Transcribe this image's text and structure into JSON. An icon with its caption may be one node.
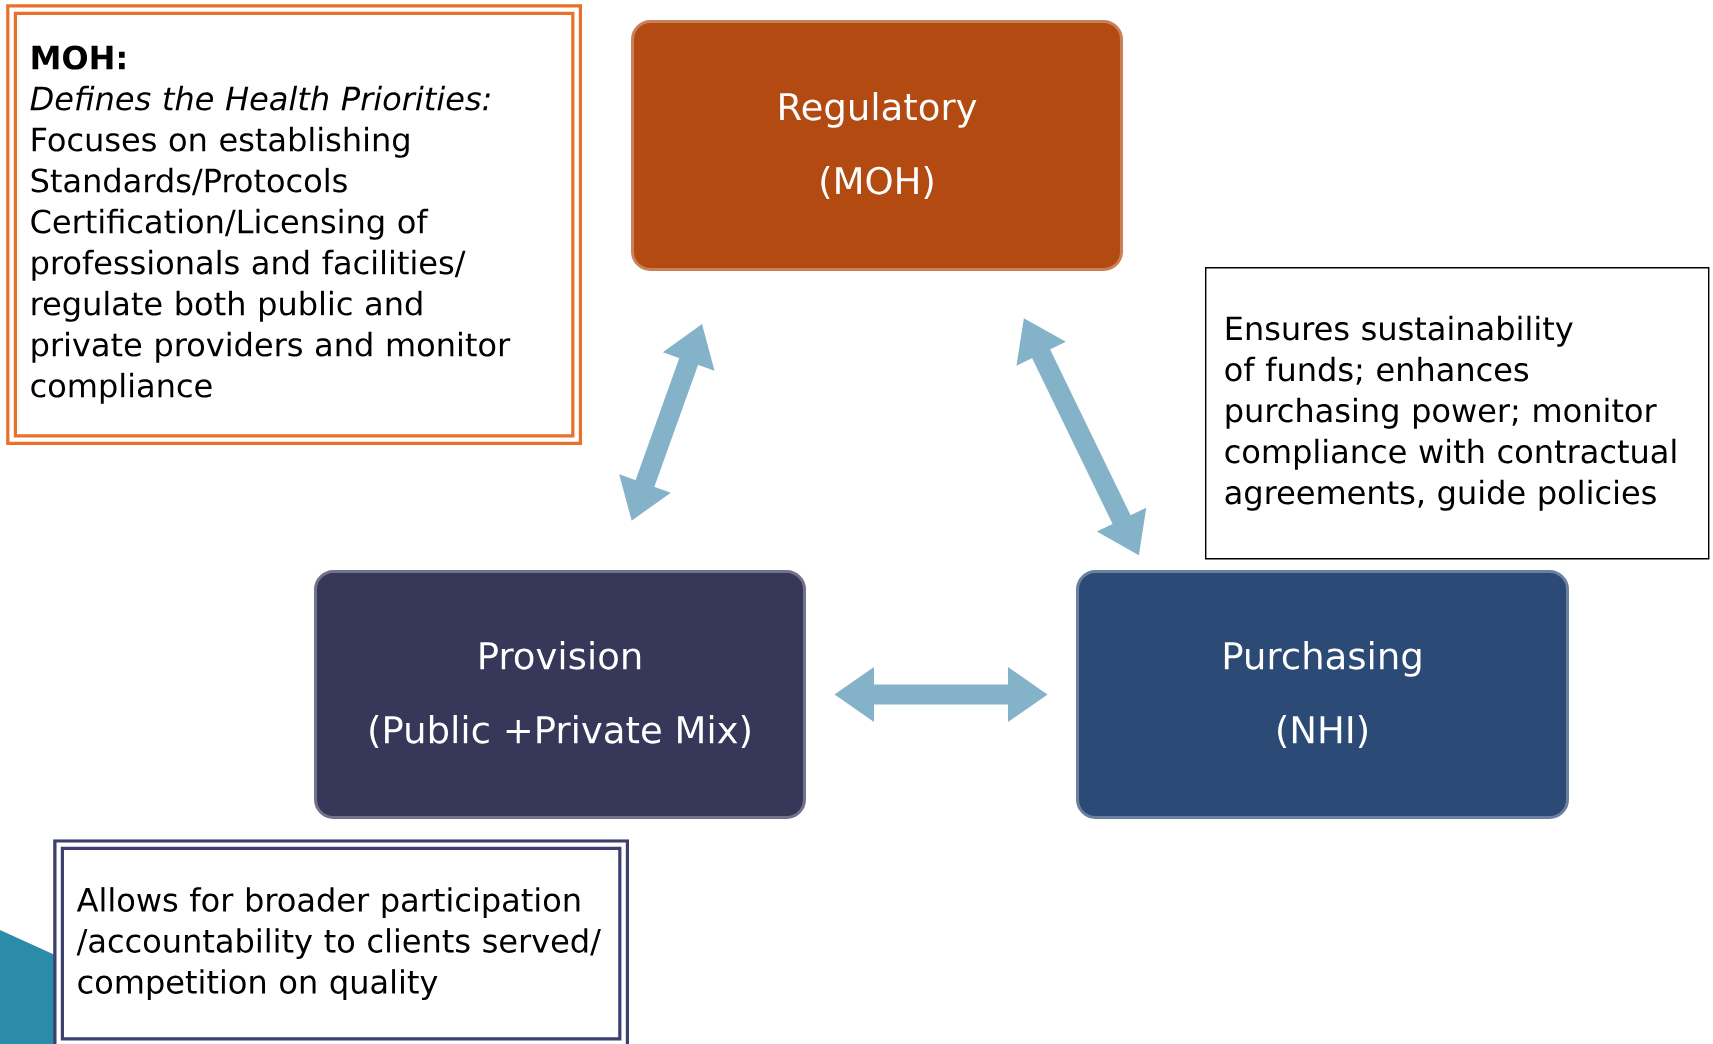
{
  "diagram": {
    "nodes": [
      {
        "text": [
          "MOH:",
          "Defines the Health Priorities:",
          "Focuses on establishing Standards/Protocols Certification/Licensing of professionals and facilities/ regulate both public and private providers and monitor compliance"
        ]
      },
      {
        "text": [
          "Regulatory",
          "(MOH)"
        ]
      },
      {
        "text": [
          "Ensures sustainability of funds; enhances purchasing power; monitor compliance with contractual agreements, guide policies"
        ]
      },
      {
        "text": [
          "Provision",
          "(Public +Private Mix)"
        ]
      },
      {
        "text": [
          "Purchasing",
          "(NHI)"
        ]
      },
      {
        "text": [
          "Allows for broader participation /accountability to clients served/ competition on quality"
        ]
      }
    ],
    "edges": [
      {
        "from": 1,
        "to": 3,
        "arrow": "both"
      },
      {
        "from": 1,
        "to": 4,
        "arrow": "both"
      },
      {
        "from": 3,
        "to": 4,
        "arrow": "both"
      }
    ]
  }
}
